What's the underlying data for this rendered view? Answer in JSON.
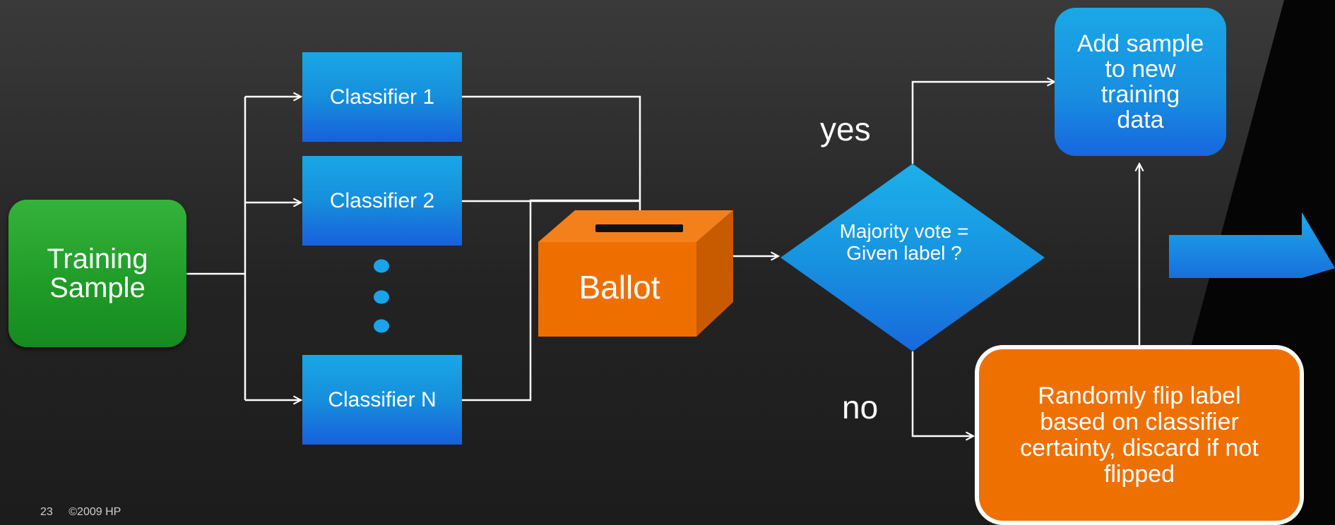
{
  "nodes": {
    "training_sample": "Training Sample",
    "classifier_1": "Classifier 1",
    "classifier_2": "Classifier 2",
    "classifier_n": "Classifier N",
    "ballot": "Ballot",
    "majority_vote": "Majority vote = Given label ?",
    "add_sample": "Add sample to new training data",
    "random_flip": "Randomly flip label based on classifier certainty, discard if not flipped"
  },
  "edges": {
    "yes": "yes",
    "no": "no"
  },
  "footer": {
    "page_number": "23",
    "copyright": "©2009 HP"
  },
  "colors": {
    "green_node": "#229f2b",
    "blue_node": "#1a8fe0",
    "orange_node": "#ee7000",
    "connector": "#ffffff"
  }
}
